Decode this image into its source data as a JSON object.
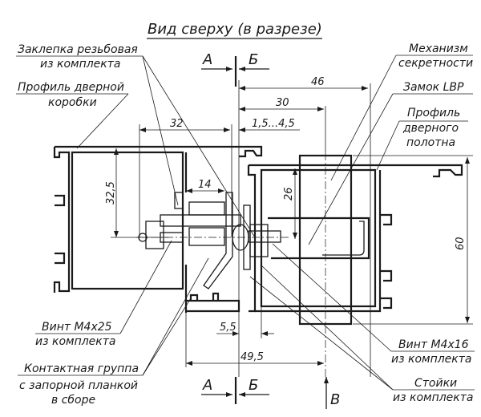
{
  "title": "Вид сверху (в разрезе)",
  "section_marks": {
    "top": {
      "left": "А",
      "right": "Б"
    },
    "bottom": {
      "left": "А",
      "right": "Б"
    },
    "view": "В"
  },
  "callouts_left": [
    {
      "line1": "Заклепка резьбовая",
      "line2": "из комплекта"
    },
    {
      "line1": "Профиль дверной",
      "line2": "коробки"
    },
    {
      "line1": "Винт М4х25",
      "line2": "из комплекта"
    },
    {
      "line1": "Контактная группа",
      "line2": "с запорной планкой",
      "line3": "в сборе"
    }
  ],
  "callouts_right": [
    {
      "line1": "Механизм",
      "line2": "секретности"
    },
    {
      "line1": "Замок LBP"
    },
    {
      "line1": "Профиль",
      "line2": "дверного",
      "line3": "полотна"
    },
    {
      "line1": "Винт М4х16",
      "line2": "из комплекта"
    },
    {
      "line1": "Стойки",
      "line2": "из комплекта"
    }
  ],
  "dimensions": {
    "d46": "46",
    "d30": "30",
    "d15_45": "1,5...4,5",
    "d32": "32",
    "d32_5": "32,5",
    "d14": "14",
    "d26": "26",
    "d60": "60",
    "d5_5": "5,5",
    "d49_5": "49,5"
  }
}
